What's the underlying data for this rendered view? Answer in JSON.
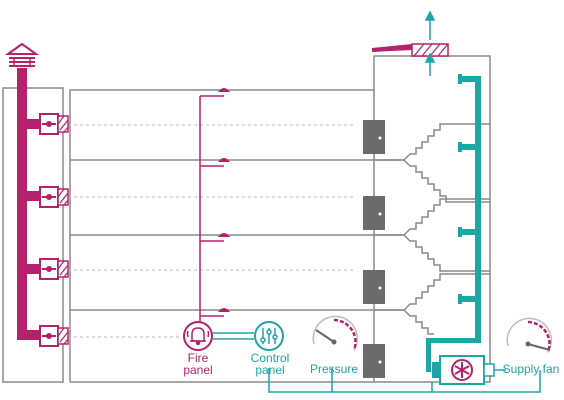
{
  "labels": {
    "fire_panel_line1": "Fire",
    "fire_panel_line2": "panel",
    "control_panel_line1": "Control",
    "control_panel_line2": "panel",
    "pressure": "Pressure",
    "supply_fan": "Supply fan"
  },
  "colors": {
    "fire": "#b5226b",
    "supply": "#1ca6a6",
    "building": "#8a8a8a",
    "door": "#6b6b6b",
    "divider": "#bdbdbd"
  },
  "icons": [
    "chimney-cap-icon",
    "bell-icon",
    "sliders-icon",
    "gauge-icon",
    "fan-icon",
    "arrow-up-icon",
    "smoke-detector-icon",
    "damper-icon"
  ]
}
